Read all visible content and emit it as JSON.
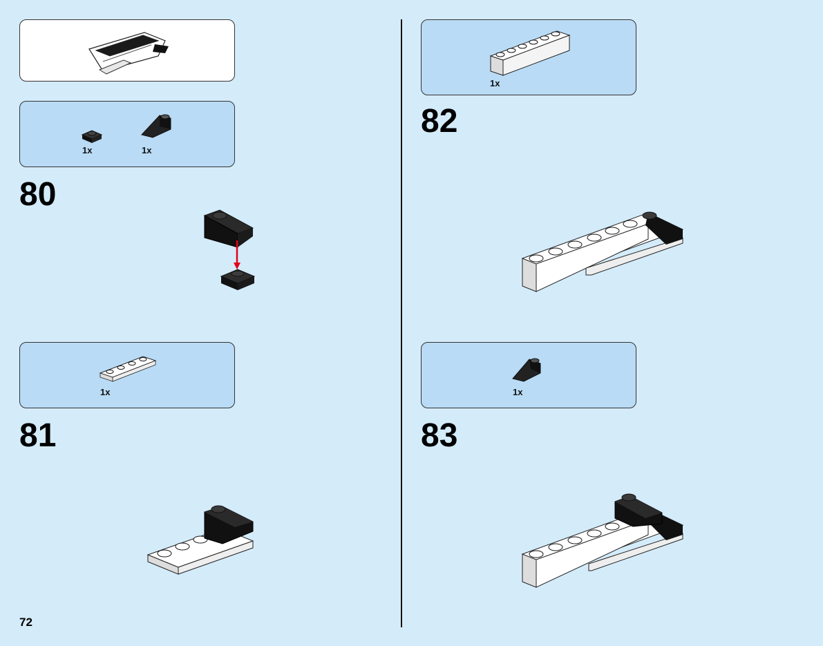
{
  "page_number": "72",
  "steps": [
    {
      "number": "80",
      "parts": [
        {
          "qty": "1x",
          "part": "plate-1x1-black"
        },
        {
          "qty": "1x",
          "part": "slope-1x2-black"
        }
      ]
    },
    {
      "number": "81",
      "parts": [
        {
          "qty": "1x",
          "part": "plate-1x4-white"
        }
      ]
    },
    {
      "number": "82",
      "parts": [
        {
          "qty": "1x",
          "part": "brick-1x6-white"
        }
      ]
    },
    {
      "number": "83",
      "parts": [
        {
          "qty": "1x",
          "part": "slope-1x2-black"
        }
      ]
    }
  ],
  "colors": {
    "background": "#d4ebfa",
    "parts_box": "#b9dbf5",
    "arrow": "#e3001b"
  }
}
